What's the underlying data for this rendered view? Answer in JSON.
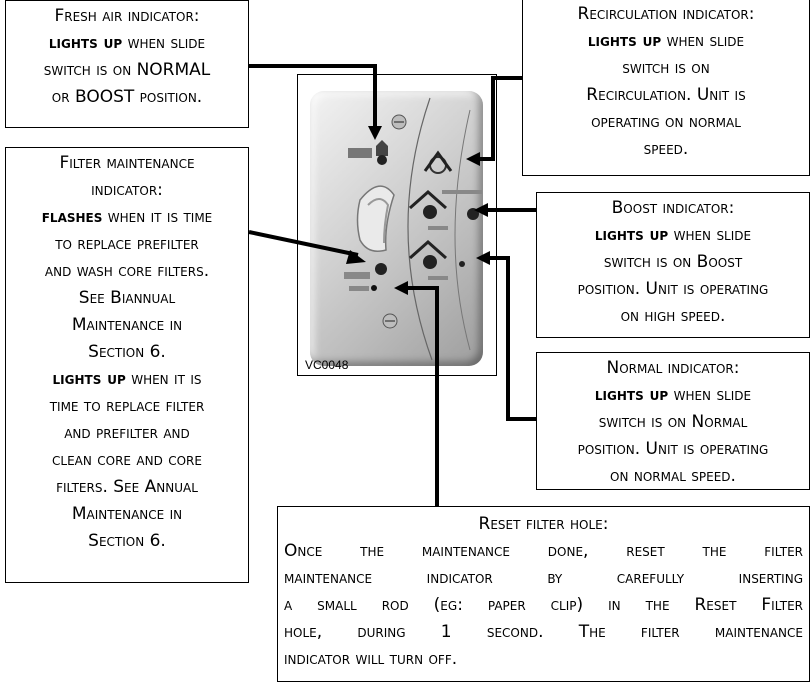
{
  "device": {
    "model_code": "VC0048"
  },
  "callouts": {
    "fresh_air": {
      "lines": [
        [
          "Fresh air indicator:"
        ],
        [
          "**lights up** when slide"
        ],
        [
          "switch is on NORMAL"
        ],
        [
          "or BOOST position."
        ]
      ],
      "title": "Fresh air indicator:",
      "l2_bold": "lights up",
      "l2_rest": " when slide",
      "l3": "switch is on NORMAL",
      "l4": "or BOOST position."
    },
    "recirculation": {
      "title": "Recirculation indicator:",
      "l2_bold": "lights up",
      "l2_rest": " when slide",
      "l3": "switch is on",
      "l4": "Recirculation. Unit is",
      "l5": "operating on normal",
      "l6": "speed."
    },
    "filter": {
      "title": "Filter maintenance",
      "l2": "indicator:",
      "l3_bold": "flashes",
      "l3_rest": " when it is time",
      "l4": "to replace prefilter",
      "l5": "and wash core filters.",
      "l6": "See Biannual",
      "l7": "Maintenance in",
      "l8": "Section 6.",
      "l9_bold": "lights up",
      "l9_rest": " when it is",
      "l10": "time to replace filter",
      "l11": "and prefilter and",
      "l12": "clean core and core",
      "l13": "filters. See Annual",
      "l14": "Maintenance in",
      "l15": "Section 6."
    },
    "boost": {
      "title": "Boost indicator:",
      "l2_bold": "lights up",
      "l2_rest": " when slide",
      "l3": "switch is on Boost",
      "l4": "position. Unit is operating",
      "l5": "on high speed."
    },
    "normal": {
      "title": "Normal indicator:",
      "l2_bold": "lights up",
      "l2_rest": " when slide",
      "l3": "switch is on Normal",
      "l4": "position. Unit is operating",
      "l5": "on normal speed."
    },
    "reset": {
      "title": "Reset filter hole:",
      "l2": "Once the maintenance done, reset the filter",
      "l3": "maintenance indicator by carefully inserting",
      "l4": "a small rod (eg: paper clip) in the Reset Filter",
      "l5": "hole, during 1 second. The filter maintenance",
      "l6": "indicator will turn off."
    }
  }
}
